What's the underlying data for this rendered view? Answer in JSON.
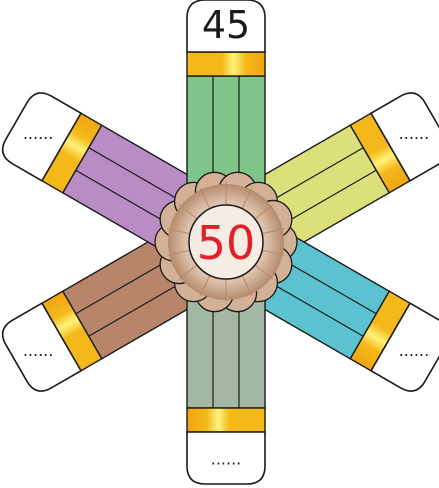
{
  "center_value": "50",
  "colors": {
    "center_text": "#e0202a",
    "eraser_band": "#f5b81a",
    "eraser_band_highlight": "#fff27a",
    "outline": "#1a1a1a",
    "flower_petal": "#c9a58a",
    "flower_center": "#f6ece4"
  },
  "pencils": [
    {
      "direction": "up",
      "label": "45",
      "color": "#7fc58a"
    },
    {
      "direction": "upper-right",
      "label": "......",
      "color": "#dbe07a"
    },
    {
      "direction": "lower-right",
      "label": "......",
      "color": "#5cc2cf"
    },
    {
      "direction": "down",
      "label": "......",
      "color": "#a3b8a2"
    },
    {
      "direction": "lower-left",
      "label": "......",
      "color": "#b8856a"
    },
    {
      "direction": "upper-left",
      "label": "......",
      "color": "#b98cc4"
    }
  ]
}
